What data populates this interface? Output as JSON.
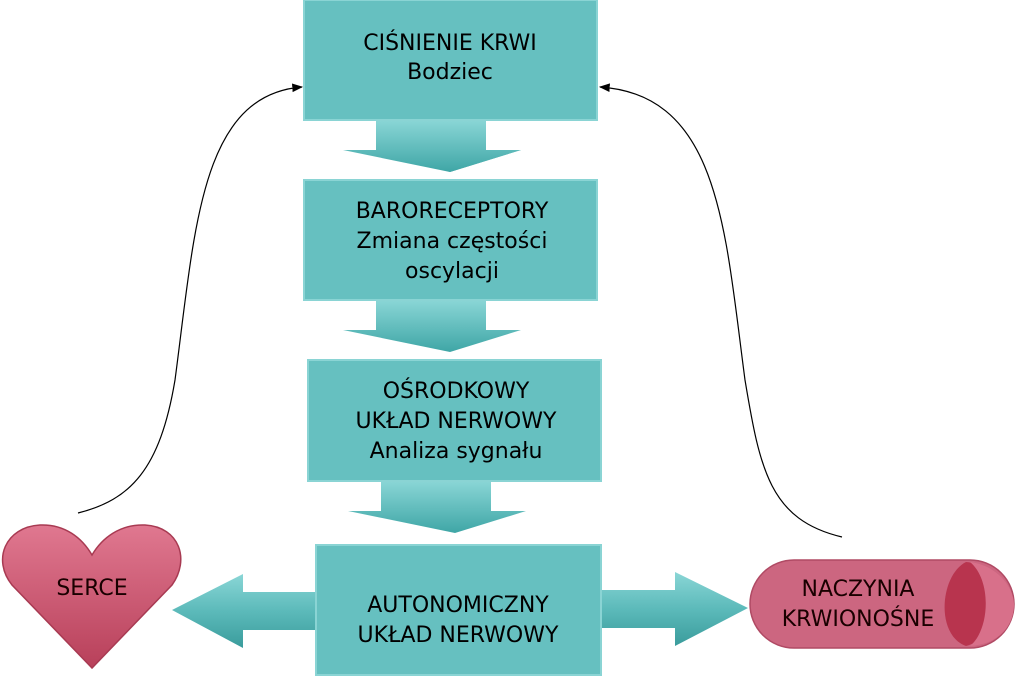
{
  "colors": {
    "box_fill": "#66c0c0",
    "box_dark": "#3aa0a0",
    "box_light": "#9adcdc",
    "heart": "#c8506a",
    "vessel": "#cc6680"
  },
  "boxes": [
    {
      "lines": [
        "CIŚNIENIE KRWI",
        "Bodziec"
      ]
    },
    {
      "lines": [
        "BARORECEPTORY",
        "Zmiana częstości",
        "oscylacji"
      ]
    },
    {
      "lines": [
        "OŚRODKOWY",
        "UKŁAD NERWOWY",
        "Analiza sygnału"
      ]
    },
    {
      "lines": [
        "AUTONOMICZNY",
        "UKŁAD NERWOWY"
      ]
    }
  ],
  "heart": {
    "label": "SERCE"
  },
  "vessels": {
    "lines": [
      "NACZYNIA",
      "KRWIONOŚNE"
    ]
  }
}
